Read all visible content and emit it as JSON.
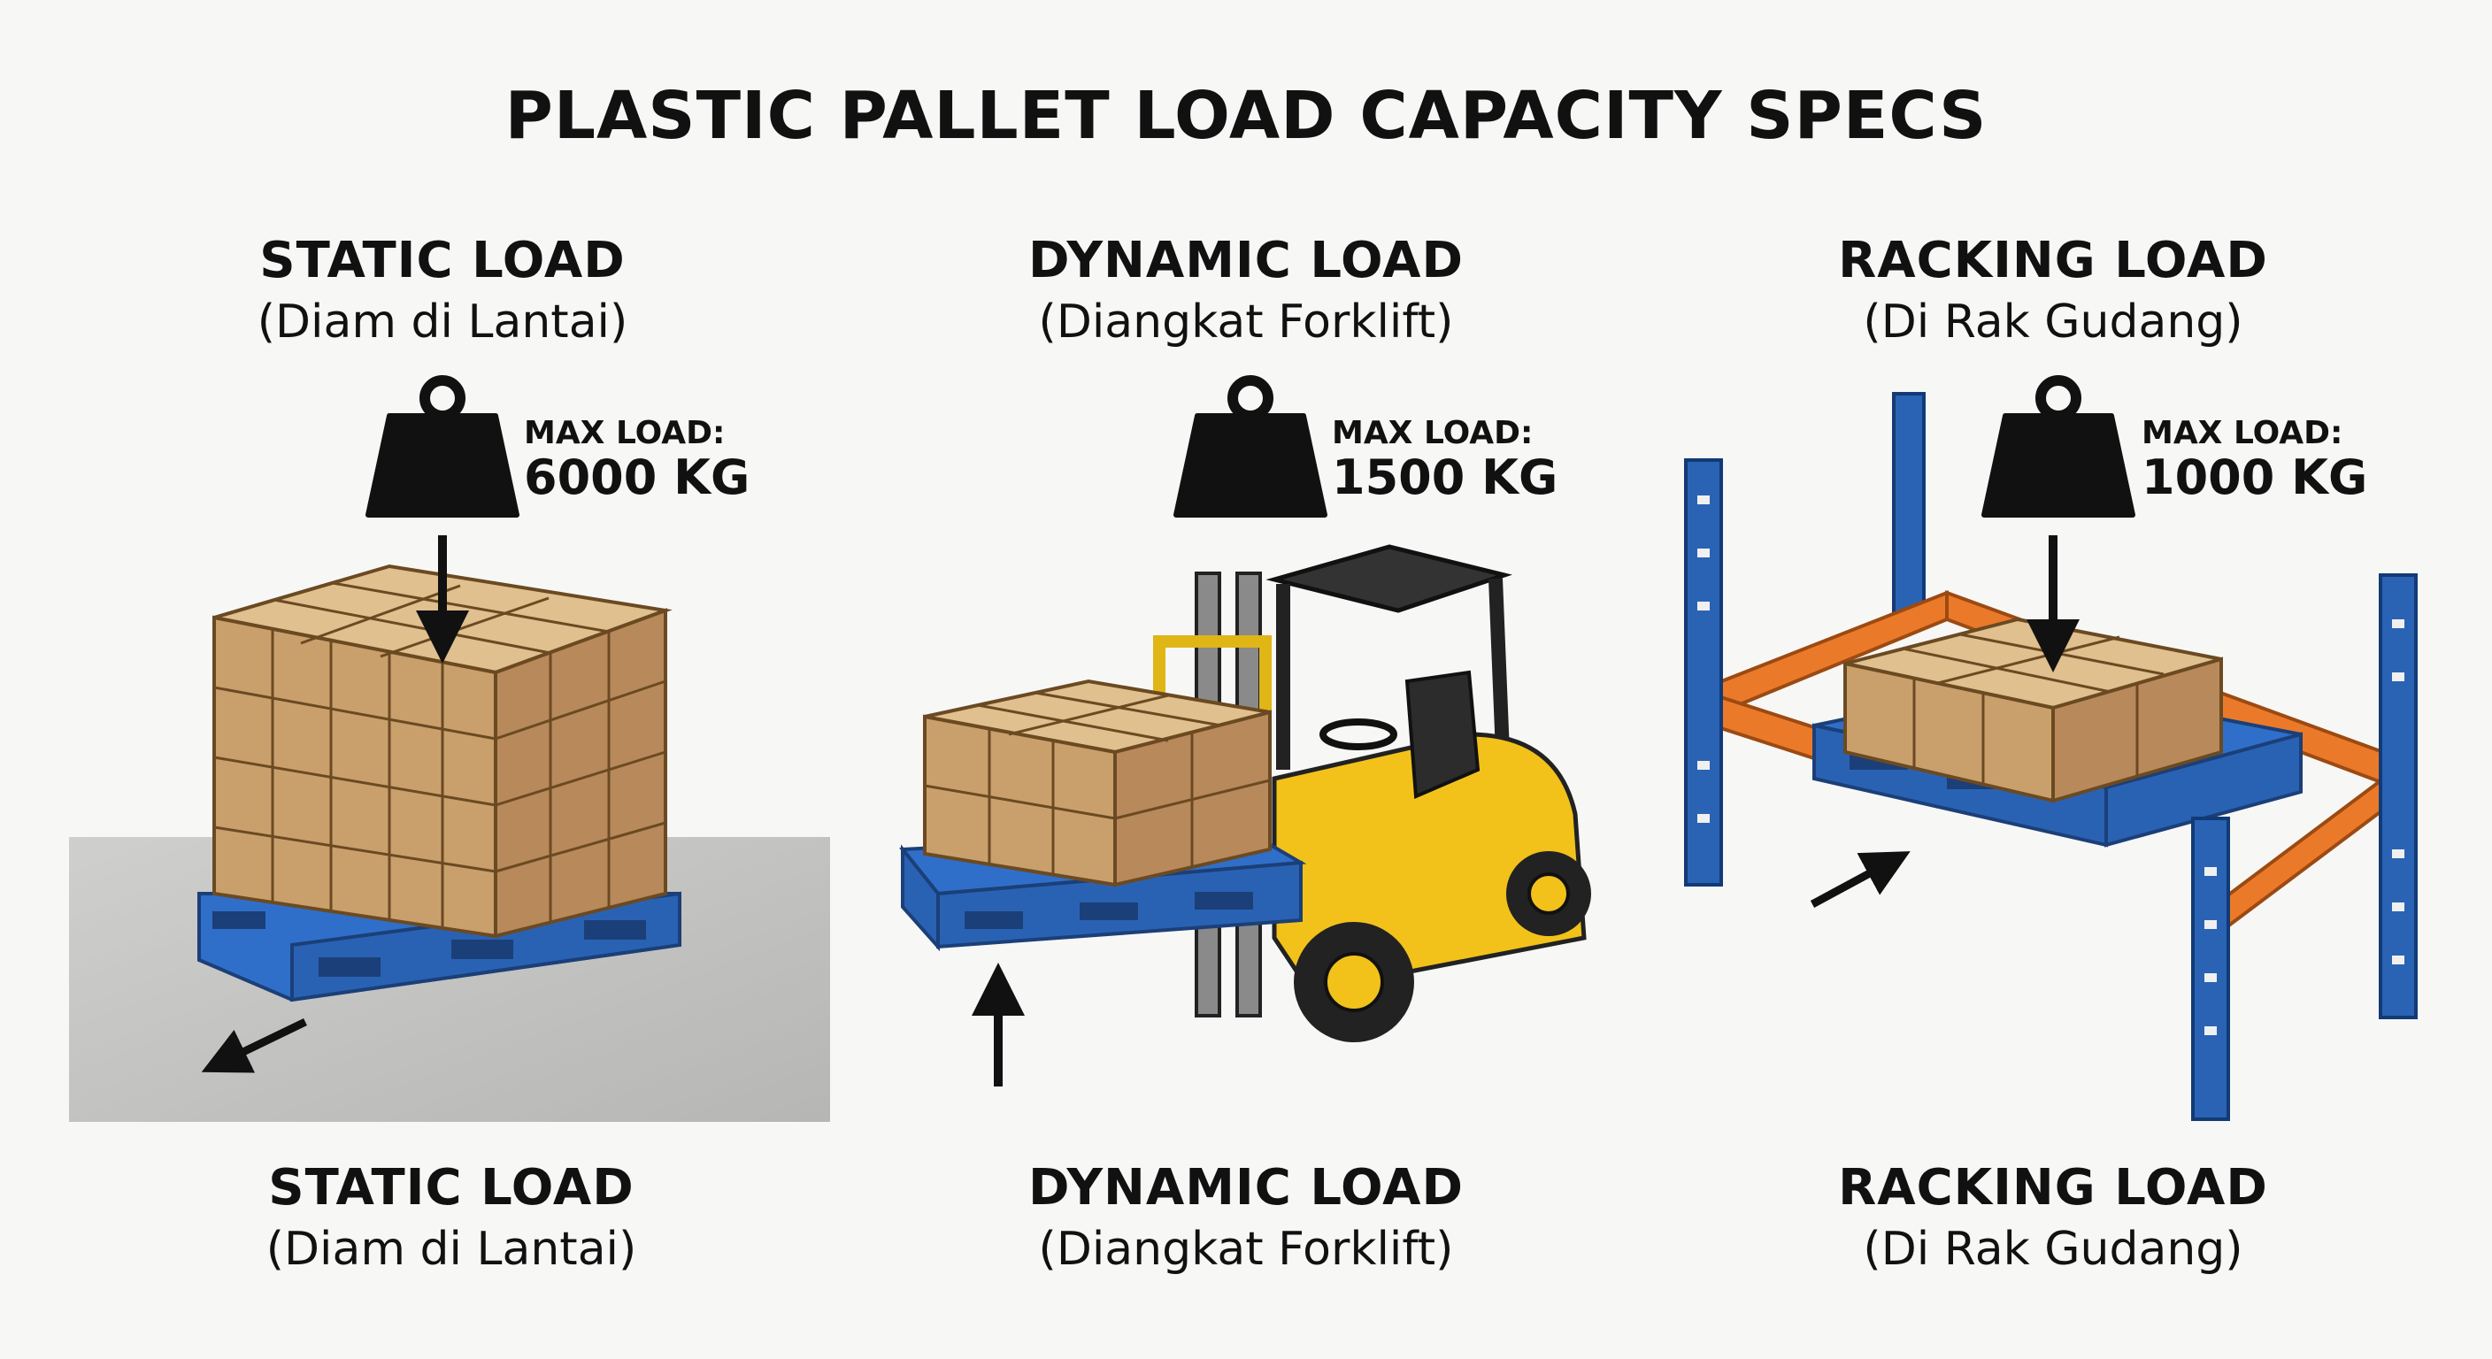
{
  "title": "PLASTIC PALLET LOAD CAPACITY SPECS",
  "panels": [
    {
      "heading": "STATIC LOAD",
      "subtitle": "(Diam di Lantai)",
      "max_label": "MAX LOAD:",
      "max_value": "6000 KG"
    },
    {
      "heading": "DYNAMIC LOAD",
      "subtitle": "(Diangkat Forklift)",
      "max_label": "MAX LOAD:",
      "max_value": "1500 KG"
    },
    {
      "heading": "RACKING LOAD",
      "subtitle": "(Di Rak Gudang)",
      "max_label": "MAX LOAD:",
      "max_value": "1000 KG"
    }
  ],
  "icons": [
    "weight-icon",
    "arrow-icon"
  ],
  "colors": {
    "pallet": "#2f6fc9",
    "box": "#c9a06c",
    "forklift": "#f2c21b",
    "rack_upright": "#2a63b4",
    "rack_beam": "#ea7a2a",
    "floor": "#c4c4c2"
  }
}
